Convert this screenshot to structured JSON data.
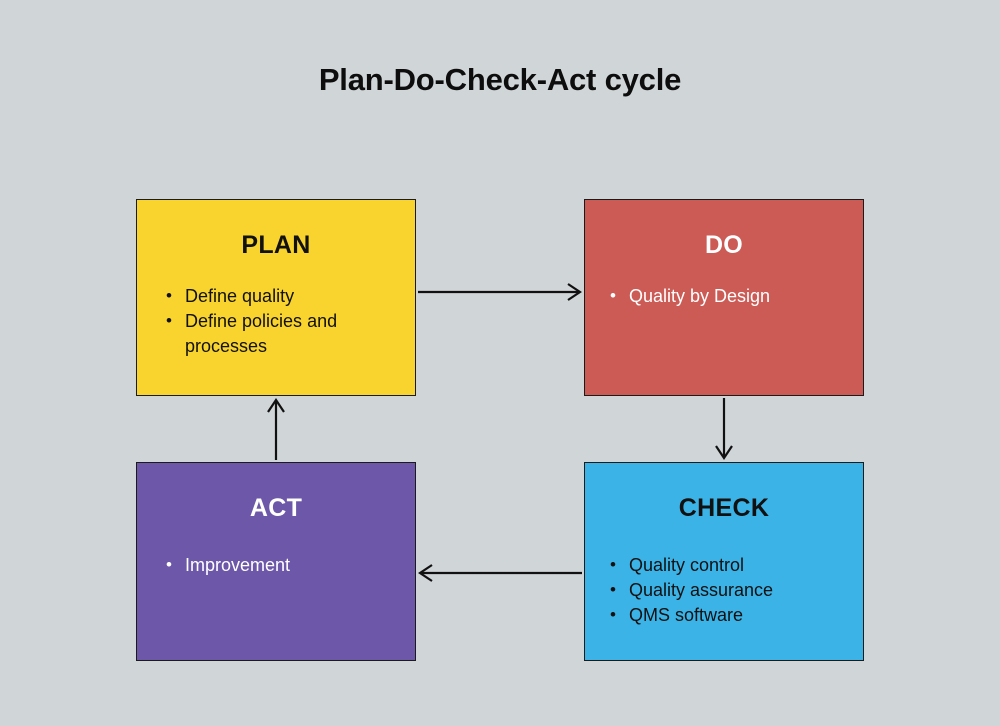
{
  "title": "Plan-Do-Check-Act cycle",
  "background_color": "#d0d5d8",
  "nodes": [
    {
      "key": "plan",
      "title": "PLAN",
      "fill": "#f9d42e",
      "text_color": "#111111",
      "items": [
        "Define quality",
        "Define policies and processes"
      ]
    },
    {
      "key": "do",
      "title": "DO",
      "fill": "#cc5b55",
      "text_color": "#ffffff",
      "items": [
        "Quality by Design"
      ]
    },
    {
      "key": "check",
      "title": "CHECK",
      "fill": "#3bb3e6",
      "text_color": "#111111",
      "items": [
        "Quality control",
        "Quality assurance",
        "QMS software"
      ]
    },
    {
      "key": "act",
      "title": "ACT",
      "fill": "#6c57a8",
      "text_color": "#ffffff",
      "items": [
        "Improvement"
      ]
    }
  ],
  "arrows": [
    {
      "key": "plan-to-do",
      "from": "plan",
      "to": "do",
      "direction": "right"
    },
    {
      "key": "do-to-check",
      "from": "do",
      "to": "check",
      "direction": "down"
    },
    {
      "key": "check-to-act",
      "from": "check",
      "to": "act",
      "direction": "left"
    },
    {
      "key": "act-to-plan",
      "from": "act",
      "to": "plan",
      "direction": "up"
    }
  ],
  "arrow_color": "#111111"
}
